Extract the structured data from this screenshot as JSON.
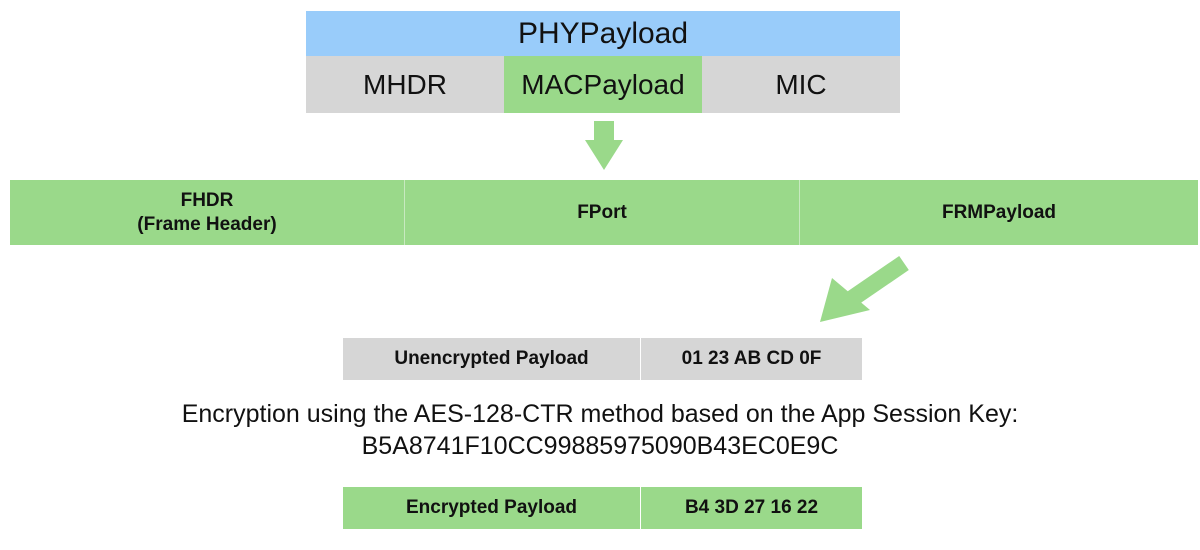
{
  "phy_payload": {
    "title": "PHYPayload",
    "fields": {
      "mhdr": "MHDR",
      "mac_payload": "MACPayload",
      "mic": "MIC"
    }
  },
  "mac_payload": {
    "fhdr_line1": "FHDR",
    "fhdr_line2": "(Frame Header)",
    "fport": "FPort",
    "frm_payload": "FRMPayload"
  },
  "unencrypted": {
    "label": "Unencrypted Payload",
    "value": "01 23 AB CD 0F"
  },
  "encryption": {
    "line1": "Encryption using the AES-128-CTR method based on the App Session Key:",
    "key": "B5A8741F10CC99885975090B43EC0E9C"
  },
  "encrypted": {
    "label": "Encrypted Payload",
    "value": "B4 3D 27 16 22"
  },
  "colors": {
    "phy_header": "#99ccfa",
    "grey_field": "#d6d6d6",
    "green_field": "#9ad98a",
    "arrow": "#9ad98a"
  }
}
